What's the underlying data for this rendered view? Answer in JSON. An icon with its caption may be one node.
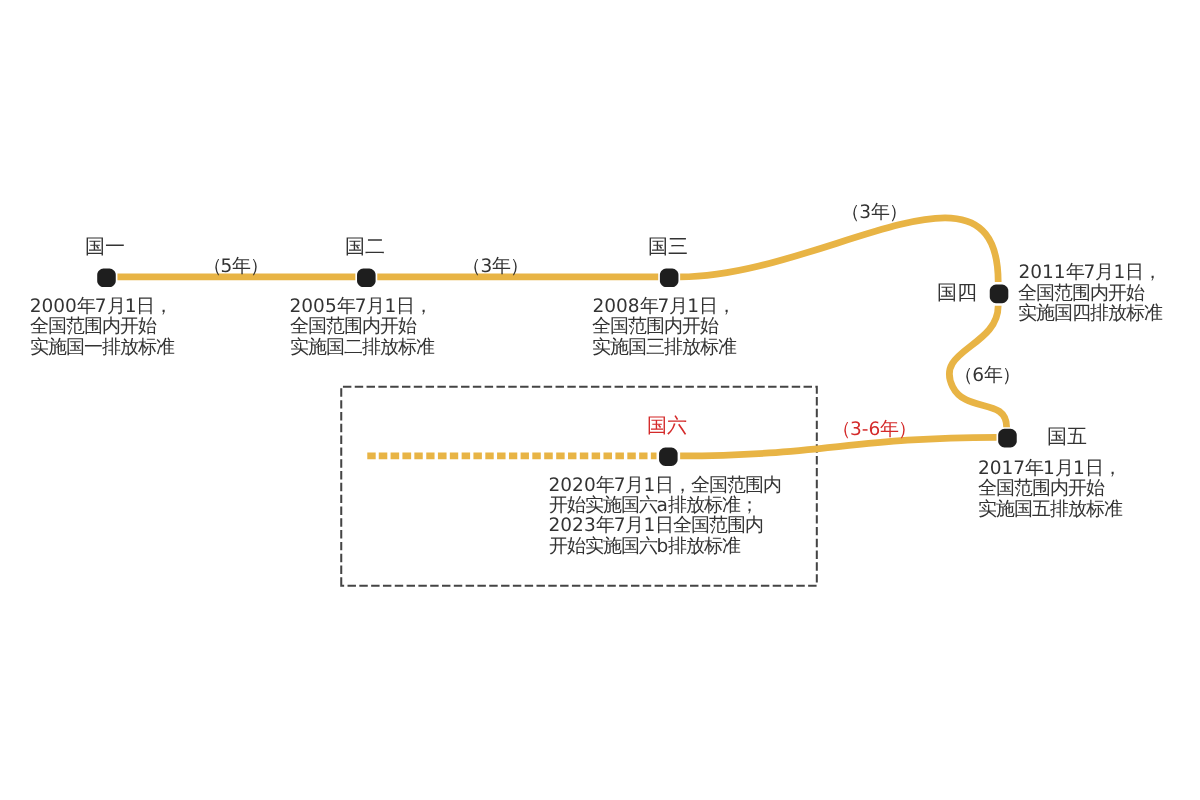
{
  "diagram": {
    "nodes": [
      {
        "text": [
          "国一"
        ],
        "beside": [
          "2000年7月1日，全国范围内开始实施国一排放标准"
        ]
      },
      {
        "text": [
          "国二"
        ],
        "beside": [
          "2005年7月1日，全国范围内开始实施国二排放标准"
        ]
      },
      {
        "text": [
          "国三"
        ],
        "beside": [
          "2008年7月1日，全国范围内开始实施国三排放标准"
        ]
      },
      {
        "text": [
          "国四"
        ],
        "beside": [
          "2011年7月1日，全国范围内开始实施国四排放标准"
        ]
      },
      {
        "text": [
          "国五"
        ],
        "beside": [
          "2017年1月1日，全国范围内开始实施国五排放标准"
        ]
      },
      {
        "text": [],
        "shape": "box"
      },
      {
        "text": [
          "国六"
        ],
        "beside": [
          "2020年7月1日，全国范围内开始实施国六a排放标准；2023年7月1日全国范围内开始实施国六b排放标准"
        ],
        "in": 5
      }
    ],
    "edges": [
      {
        "from": 0,
        "to": 1,
        "arrow": "none",
        "label": "（5年）"
      },
      {
        "from": 1,
        "to": 2,
        "arrow": "none",
        "label": "（3年）"
      },
      {
        "from": 2,
        "to": 3,
        "arrow": "none",
        "label": "（3年）"
      },
      {
        "from": 3,
        "to": 4,
        "arrow": "none",
        "label": "（6年）"
      },
      {
        "from": 6,
        "to": 4,
        "arrow": "none",
        "label": "（3-6年）"
      },
      {
        "from": null,
        "to": 6,
        "arrow": "none",
        "style": "dashed"
      }
    ]
  }
}
